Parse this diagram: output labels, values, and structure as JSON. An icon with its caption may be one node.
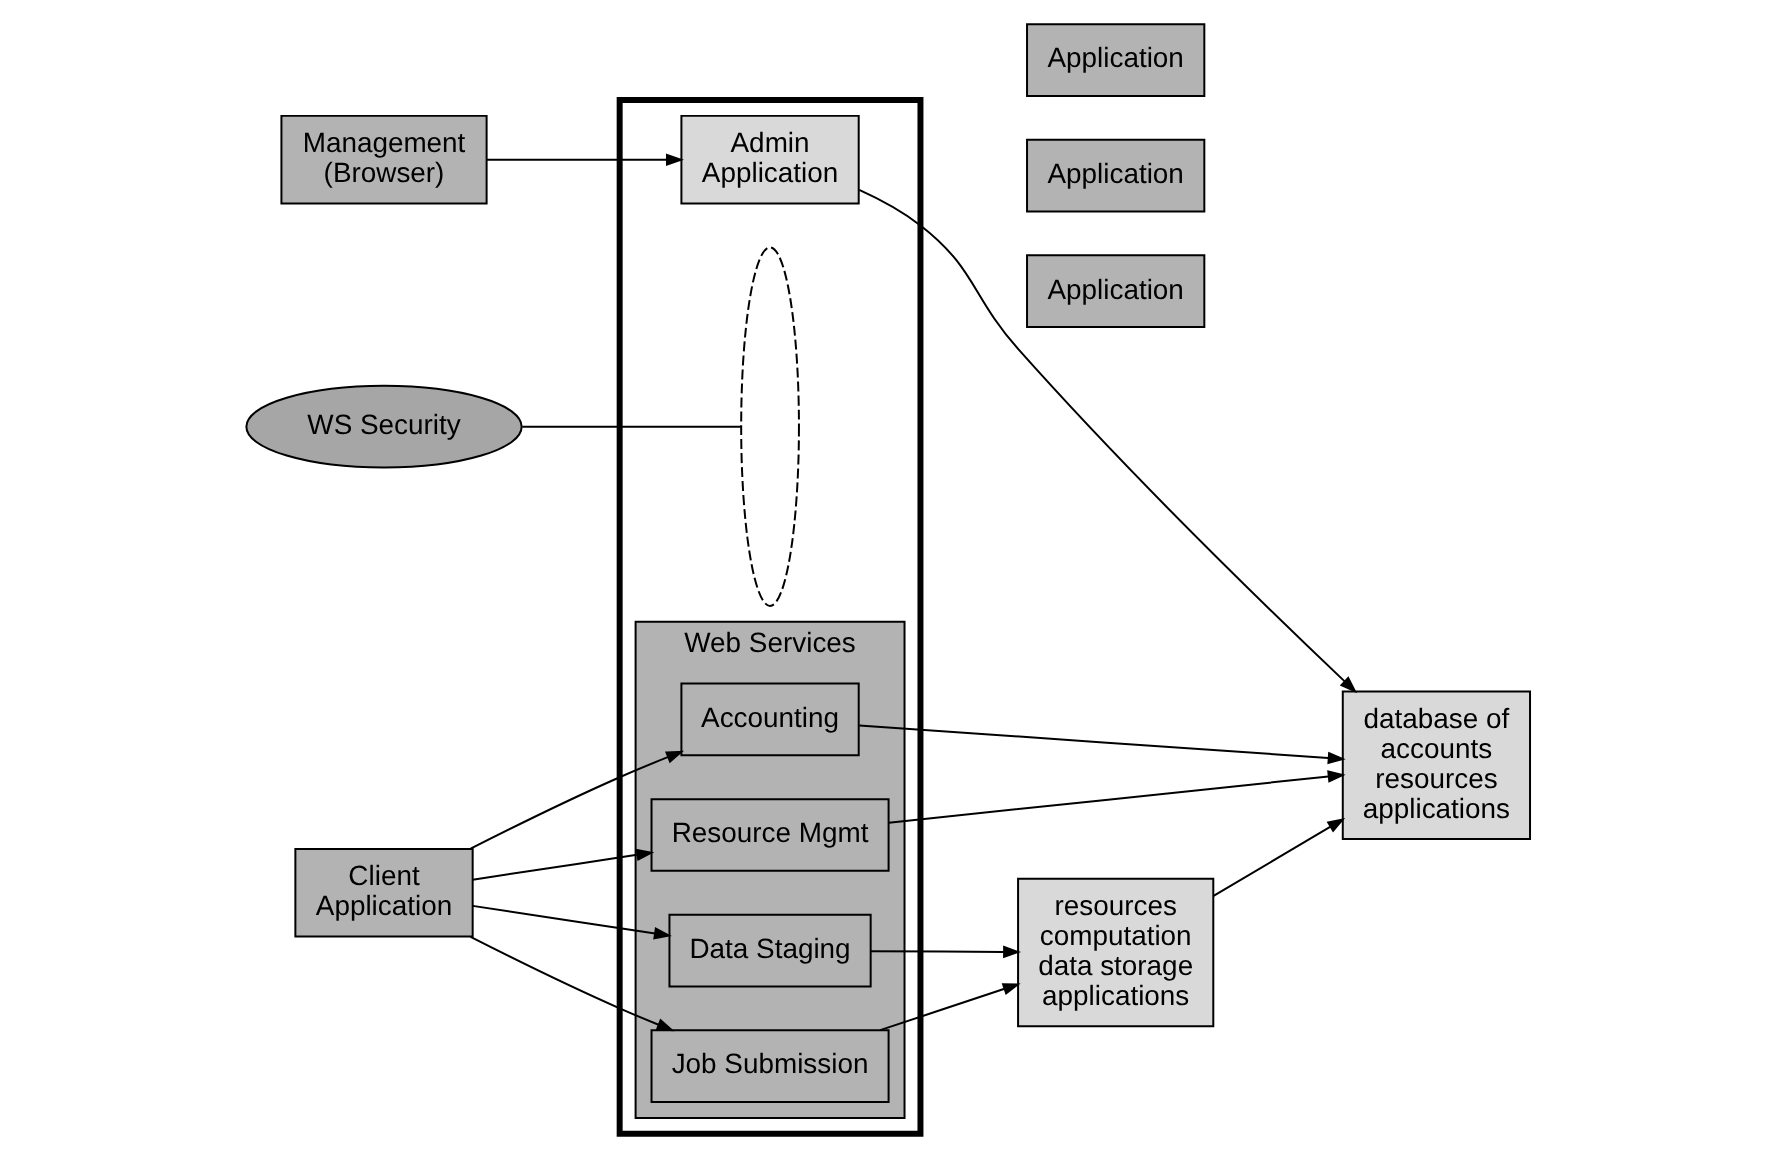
{
  "diagram": {
    "nodes": [
      {
        "text": [
          "Management (Browser)"
        ]
      },
      {
        "text": [],
        "shape": "box"
      },
      {
        "text": [
          "Admin Application"
        ],
        "in": 1
      },
      {
        "text": [
          "database of accounts resources applications"
        ]
      },
      {
        "text": [
          "WS Security"
        ]
      },
      {
        "text": [
          "Web Services"
        ],
        "in": 1
      },
      {
        "text": [
          "Accounting"
        ],
        "in": 5
      },
      {
        "text": [
          "Resource Mgmt"
        ],
        "in": 5
      },
      {
        "text": [
          "Data Staging"
        ],
        "in": 5
      },
      {
        "text": [
          "Job Submission"
        ],
        "in": 5
      },
      {
        "text": [
          "Client Application"
        ]
      },
      {
        "text": [],
        "shape": "ellipse",
        "in": 1
      },
      {
        "text": [
          "resources",
          "computation data storage applications"
        ]
      },
      {
        "text": [
          "Application"
        ]
      },
      {
        "text": [
          "Application"
        ]
      },
      {
        "text": [
          "Application"
        ]
      }
    ],
    "edges": [
      {
        "from": 0,
        "to": 2,
        "arrow": "to"
      },
      {
        "from": 2,
        "to": 3,
        "arrow": "to"
      },
      {
        "from": 6,
        "to": 3,
        "arrow": "to"
      },
      {
        "from": 7,
        "to": 3,
        "arrow": "to"
      },
      {
        "from": 12,
        "to": 3,
        "arrow": "to"
      },
      {
        "from": 8,
        "to": 12,
        "arrow": "to"
      },
      {
        "from": 9,
        "to": 12,
        "arrow": "to"
      },
      {
        "from": 10,
        "to": 6,
        "arrow": "to"
      },
      {
        "from": 10,
        "to": 7,
        "arrow": "to"
      },
      {
        "from": 10,
        "to": 8,
        "arrow": "to"
      },
      {
        "from": 10,
        "to": 9,
        "arrow": "to"
      },
      {
        "from": 4,
        "to": 11,
        "arrow": "none"
      }
    ]
  }
}
